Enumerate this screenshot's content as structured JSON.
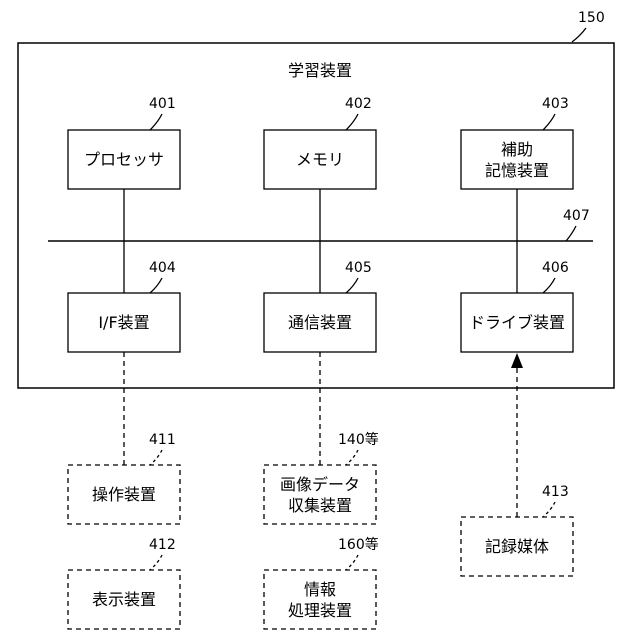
{
  "figure_ref": "150",
  "container_title": "学習装置",
  "bus_ref": "407",
  "modules": {
    "processor": {
      "ref": "401",
      "label": [
        "プロセッサ"
      ]
    },
    "memory": {
      "ref": "402",
      "label": [
        "メモリ"
      ]
    },
    "aux_storage": {
      "ref": "403",
      "label": [
        "補助",
        "記憶装置"
      ]
    },
    "if_device": {
      "ref": "404",
      "label": [
        "I/F装置"
      ]
    },
    "comm_device": {
      "ref": "405",
      "label": [
        "通信装置"
      ]
    },
    "drive_device": {
      "ref": "406",
      "label": [
        "ドライブ装置"
      ]
    }
  },
  "external": {
    "operation_device": {
      "ref": "411",
      "label": [
        "操作装置"
      ]
    },
    "display_device": {
      "ref": "412",
      "label": [
        "表示装置"
      ]
    },
    "image_collector": {
      "ref": "140等",
      "label": [
        "画像データ",
        "収集装置"
      ]
    },
    "info_processor": {
      "ref": "160等",
      "label": [
        "情報",
        "処理装置"
      ]
    },
    "recording_medium": {
      "ref": "413",
      "label": [
        "記録媒体"
      ]
    }
  }
}
